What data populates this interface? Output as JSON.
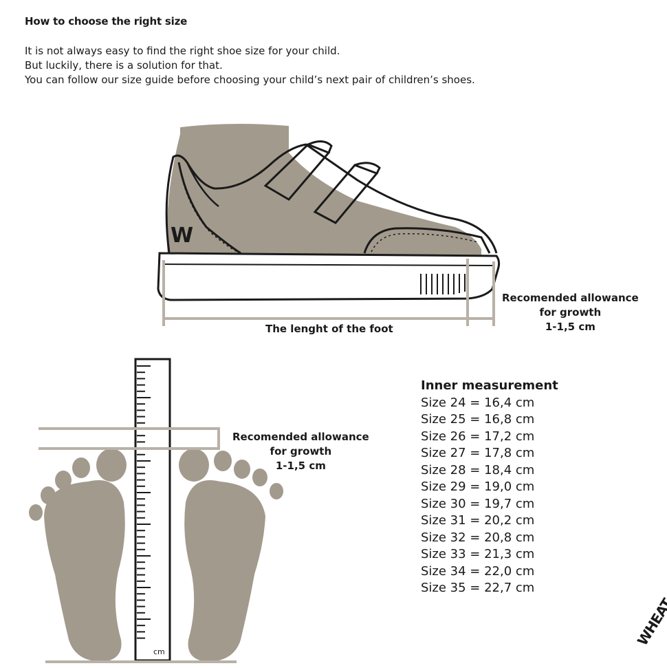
{
  "header": {
    "title": "How to choose the right size",
    "intro_lines": [
      "It is not always easy to find the right shoe size for your child.",
      "But luckily, there is a solution for that.",
      "You can follow our size guide before choosing your child’s next pair of children’s shoes."
    ]
  },
  "shoe_diagram": {
    "foot_length_label": "The lenght of the foot",
    "allowance_label_line1": "Recomended allowance",
    "allowance_label_line2": "for growth",
    "allowance_label_line3": "1-1,5 cm",
    "logo_letter": "W"
  },
  "foot_diagram": {
    "allowance_label_line1": "Recomended allowance",
    "allowance_label_line2": "for growth",
    "allowance_label_line3": "1-1,5 cm",
    "ruler_unit": "cm"
  },
  "size_guide": {
    "heading": "Inner measurement",
    "rows": [
      "Size 24 = 16,4 cm",
      "Size 25 = 16,8 cm",
      "Size 26 = 17,2 cm",
      "Size 27 = 17,8 cm",
      "Size 28 = 18,4 cm",
      "Size 29 = 19,0 cm",
      "Size 30 = 19,7 cm",
      "Size 31 = 20,2 cm",
      "Size 32 = 20,8 cm",
      "Size 33 = 21,3 cm",
      "Size 34 = 22,0 cm",
      "Size 35 = 22,7 cm"
    ]
  },
  "brand": {
    "corner_logo_text": "WHEAT"
  },
  "colors": {
    "taupe": "#a39a8e",
    "line_gray": "#b9b1a7",
    "ink": "#1a1a1a"
  }
}
